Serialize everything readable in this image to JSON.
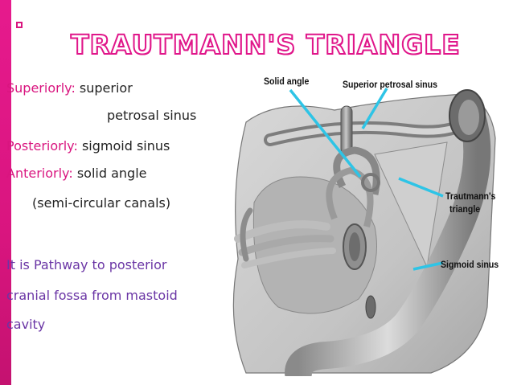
{
  "slide": {
    "title": "TRAUTMANN'S TRIANGLE",
    "boundaries": [
      {
        "label": "Superiorly:",
        "value": "superior",
        "continuation": "petrosal sinus"
      },
      {
        "label": "Posteriorly:",
        "value": "sigmoid sinus"
      },
      {
        "label": "Anteriorly:",
        "value": "solid angle",
        "continuation": "(semi-circular canals)"
      }
    ],
    "pathway_lines": [
      "It is Pathway to posterior",
      "cranial fossa from mastoid",
      "cavity"
    ]
  },
  "figure": {
    "labels": {
      "solid_angle": "Solid angle",
      "superior_petrosal_sinus": "Superior petrosal sinus",
      "trautmanns_triangle_1": "Trautmann's",
      "trautmanns_triangle_2": "triangle",
      "sigmoid_sinus": "Sigmoid sinus"
    },
    "colors": {
      "pointer": "#2ec4e6",
      "accent": "#d9157f",
      "purple": "#6a35a5"
    }
  }
}
